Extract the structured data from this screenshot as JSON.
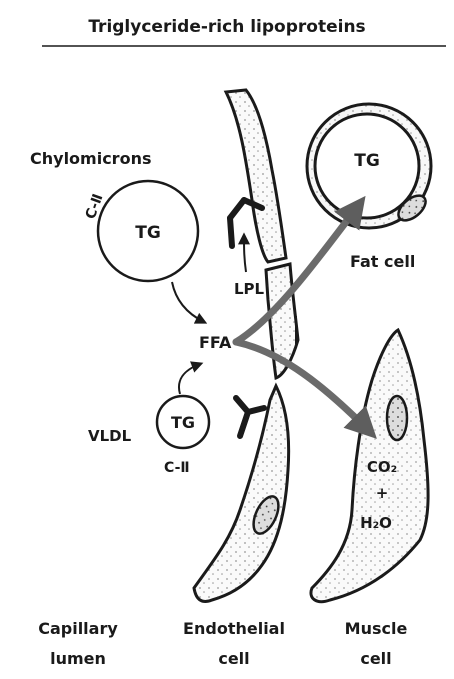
{
  "title": "Triglyceride-rich lipoproteins",
  "labels": {
    "chylomicrons": "Chylomicrons",
    "c2_top": "C-Ⅱ",
    "tg_chylo": "TG",
    "lpl": "LPL",
    "ffa": "FFA",
    "tg_vldl": "TG",
    "vldl": "VLDL",
    "c2_bottom": "C-Ⅱ",
    "tg_fat": "TG",
    "fat_cell": "Fat cell",
    "co2": "CO₂",
    "plus": "+",
    "h2o": "H₂O"
  },
  "columns": {
    "capillary_line1": "Capillary",
    "capillary_line2": "lumen",
    "endothelial_line1": "Endothelial",
    "endothelial_line2": "cell",
    "muscle_line1": "Muscle",
    "muscle_line2": "cell"
  },
  "colors": {
    "ink": "#1a1a1a",
    "arrow": "#6b6b6b",
    "paper": "#ffffff"
  }
}
